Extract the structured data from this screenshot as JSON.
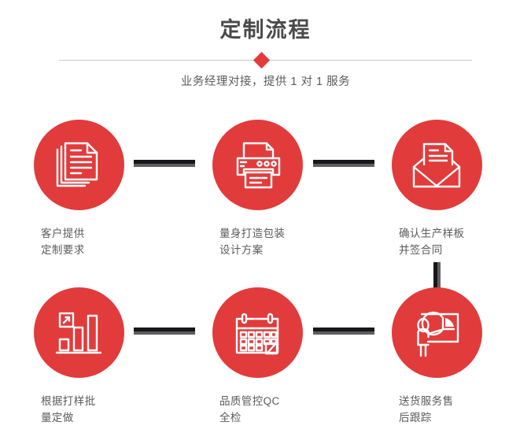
{
  "header": {
    "title": "定制流程",
    "subtitle": "业务经理对接，提供 1 对 1 服务",
    "divider_icon": "diamond-marker"
  },
  "theme": {
    "accent_red": "#e23b3b",
    "title_gray": "#4a4a4a",
    "label_gray": "#5b5b5b",
    "connector_dark": "#17171a",
    "connector_light": "#5e5e60",
    "divider_line": "#c9c9c9",
    "background": "#ffffff"
  },
  "flow": {
    "steps": [
      {
        "index": 1,
        "icon": "documents-icon",
        "label_line1": "客户提供",
        "label_line2": "定制要求"
      },
      {
        "index": 2,
        "icon": "printer-icon",
        "label_line1": "量身打造包装",
        "label_line2": "设计方案"
      },
      {
        "index": 3,
        "icon": "envelope-letter-icon",
        "label_line1": "确认生产样板",
        "label_line2": "并签合同"
      },
      {
        "index": 4,
        "icon": "bar-chart-growth-icon",
        "label_line1": "根据打样批",
        "label_line2": "量定做"
      },
      {
        "index": 5,
        "icon": "calendar-check-icon",
        "label_line1": "品质管控QC",
        "label_line2": "全检"
      },
      {
        "index": 6,
        "icon": "presentation-pie-chart-icon",
        "label_line1": "送货服务售",
        "label_line2": "后跟踪"
      }
    ],
    "connectors": [
      {
        "name": "connector-step1-step2",
        "orientation": "horizontal"
      },
      {
        "name": "connector-step2-step3",
        "orientation": "horizontal"
      },
      {
        "name": "connector-step3-step6",
        "orientation": "vertical"
      },
      {
        "name": "connector-step4-step5",
        "orientation": "horizontal"
      },
      {
        "name": "connector-step5-step6",
        "orientation": "horizontal"
      }
    ]
  }
}
